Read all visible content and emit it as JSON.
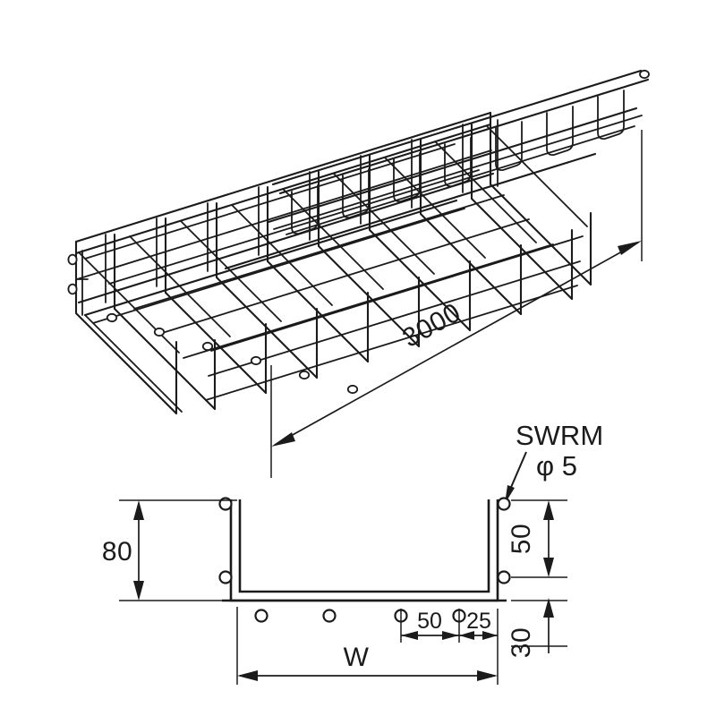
{
  "drawing": {
    "title": "Wire mesh cable tray - dimensioned drawing",
    "line_color": "#1b1b1b",
    "background_color": "#ffffff"
  },
  "isometric_view": {
    "name": "wire-mesh-cable-tray-isometric",
    "length_dimension": {
      "value": "3000",
      "orientation": "diagonal"
    }
  },
  "cross_section_view": {
    "name": "tray-cross-section",
    "dimensions": {
      "height": "80",
      "side_wire_upper": "50",
      "side_wire_lower": "30",
      "bottom_pitch": "50",
      "bottom_edge_offset": "25",
      "width": "W"
    },
    "material_callout": {
      "material": "SWRM",
      "diameter": "φ 5"
    }
  }
}
